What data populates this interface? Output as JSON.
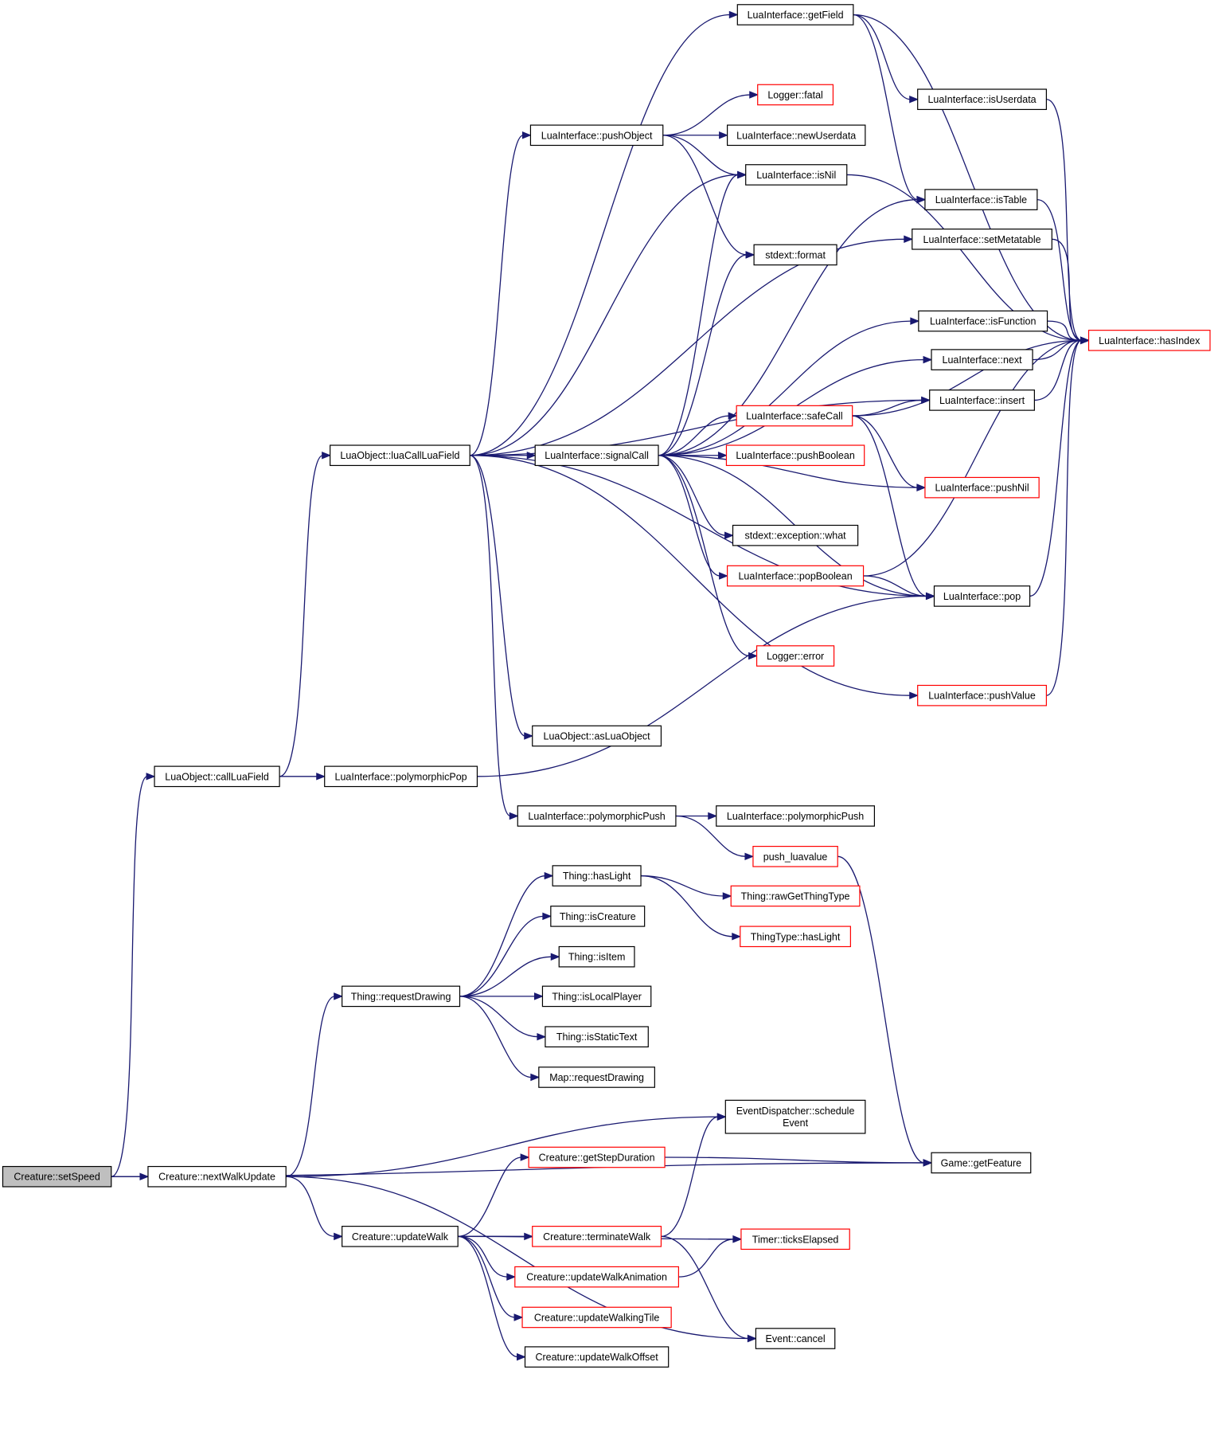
{
  "graph": {
    "nodes": [
      {
        "id": "setSpeed",
        "label": [
          "Creature::setSpeed"
        ],
        "style": "root"
      },
      {
        "id": "callLuaField",
        "label": [
          "LuaObject::callLuaField"
        ],
        "style": "black"
      },
      {
        "id": "nextWalkUpdate",
        "label": [
          "Creature::nextWalkUpdate"
        ],
        "style": "black"
      },
      {
        "id": "luaCallLuaField",
        "label": [
          "LuaObject::luaCallLuaField"
        ],
        "style": "black"
      },
      {
        "id": "polymorphicPop",
        "label": [
          "LuaInterface::polymorphicPop"
        ],
        "style": "black"
      },
      {
        "id": "requestDrawing",
        "label": [
          "Thing::requestDrawing"
        ],
        "style": "black"
      },
      {
        "id": "updateWalk",
        "label": [
          "Creature::updateWalk"
        ],
        "style": "black"
      },
      {
        "id": "pushObject",
        "label": [
          "LuaInterface::pushObject"
        ],
        "style": "black"
      },
      {
        "id": "signalCall",
        "label": [
          "LuaInterface::signalCall"
        ],
        "style": "black"
      },
      {
        "id": "asLuaObject",
        "label": [
          "LuaObject::asLuaObject"
        ],
        "style": "black"
      },
      {
        "id": "polymorphicPush1",
        "label": [
          "LuaInterface::polymorphicPush"
        ],
        "style": "black"
      },
      {
        "id": "hasLight",
        "label": [
          "Thing::hasLight"
        ],
        "style": "black"
      },
      {
        "id": "isCreature",
        "label": [
          "Thing::isCreature"
        ],
        "style": "black"
      },
      {
        "id": "isItem",
        "label": [
          "Thing::isItem"
        ],
        "style": "black"
      },
      {
        "id": "isLocalPlayer",
        "label": [
          "Thing::isLocalPlayer"
        ],
        "style": "black"
      },
      {
        "id": "isStaticText",
        "label": [
          "Thing::isStaticText"
        ],
        "style": "black"
      },
      {
        "id": "mapRequestDrawing",
        "label": [
          "Map::requestDrawing"
        ],
        "style": "black"
      },
      {
        "id": "getStepDuration",
        "label": [
          "Creature::getStepDuration"
        ],
        "style": "red"
      },
      {
        "id": "terminateWalk",
        "label": [
          "Creature::terminateWalk"
        ],
        "style": "red"
      },
      {
        "id": "updateWalkAnimation",
        "label": [
          "Creature::updateWalkAnimation"
        ],
        "style": "red"
      },
      {
        "id": "updateWalkingTile",
        "label": [
          "Creature::updateWalkingTile"
        ],
        "style": "red"
      },
      {
        "id": "updateWalkOffset",
        "label": [
          "Creature::updateWalkOffset"
        ],
        "style": "black"
      },
      {
        "id": "getField",
        "label": [
          "LuaInterface::getField"
        ],
        "style": "black"
      },
      {
        "id": "loggerFatal",
        "label": [
          "Logger::fatal"
        ],
        "style": "red"
      },
      {
        "id": "newUserdata",
        "label": [
          "LuaInterface::newUserdata"
        ],
        "style": "black"
      },
      {
        "id": "isNil",
        "label": [
          "LuaInterface::isNil"
        ],
        "style": "black"
      },
      {
        "id": "stdextFormat",
        "label": [
          "stdext::format"
        ],
        "style": "black"
      },
      {
        "id": "safeCall",
        "label": [
          "LuaInterface::safeCall"
        ],
        "style": "red"
      },
      {
        "id": "pushBoolean",
        "label": [
          "LuaInterface::pushBoolean"
        ],
        "style": "red"
      },
      {
        "id": "exceptionWhat",
        "label": [
          "stdext::exception::what"
        ],
        "style": "black"
      },
      {
        "id": "popBoolean",
        "label": [
          "LuaInterface::popBoolean"
        ],
        "style": "red"
      },
      {
        "id": "loggerError",
        "label": [
          "Logger::error"
        ],
        "style": "red"
      },
      {
        "id": "polymorphicPush2",
        "label": [
          "LuaInterface::polymorphicPush"
        ],
        "style": "black"
      },
      {
        "id": "pushLuavalue",
        "label": [
          "push_luavalue"
        ],
        "style": "red"
      },
      {
        "id": "rawGetThingType",
        "label": [
          "Thing::rawGetThingType"
        ],
        "style": "red"
      },
      {
        "id": "thingTypeHasLight",
        "label": [
          "ThingType::hasLight"
        ],
        "style": "red"
      },
      {
        "id": "scheduleEvent",
        "label": [
          "EventDispatcher::schedule",
          "Event"
        ],
        "style": "black"
      },
      {
        "id": "ticksElapsed",
        "label": [
          "Timer::ticksElapsed"
        ],
        "style": "red"
      },
      {
        "id": "eventCancel",
        "label": [
          "Event::cancel"
        ],
        "style": "black"
      },
      {
        "id": "isUserdata",
        "label": [
          "LuaInterface::isUserdata"
        ],
        "style": "black"
      },
      {
        "id": "isTable",
        "label": [
          "LuaInterface::isTable"
        ],
        "style": "black"
      },
      {
        "id": "setMetatable",
        "label": [
          "LuaInterface::setMetatable"
        ],
        "style": "black"
      },
      {
        "id": "isFunction",
        "label": [
          "LuaInterface::isFunction"
        ],
        "style": "black"
      },
      {
        "id": "next",
        "label": [
          "LuaInterface::next"
        ],
        "style": "black"
      },
      {
        "id": "insert",
        "label": [
          "LuaInterface::insert"
        ],
        "style": "black"
      },
      {
        "id": "pushNil",
        "label": [
          "LuaInterface::pushNil"
        ],
        "style": "red"
      },
      {
        "id": "pop",
        "label": [
          "LuaInterface::pop"
        ],
        "style": "black"
      },
      {
        "id": "pushValue",
        "label": [
          "LuaInterface::pushValue"
        ],
        "style": "red"
      },
      {
        "id": "gameGetFeature",
        "label": [
          "Game::getFeature"
        ],
        "style": "black"
      },
      {
        "id": "hasIndex",
        "label": [
          "LuaInterface::hasIndex"
        ],
        "style": "red"
      }
    ],
    "edges": [
      [
        "setSpeed",
        "callLuaField"
      ],
      [
        "setSpeed",
        "nextWalkUpdate"
      ],
      [
        "setSpeed",
        "gameGetFeature"
      ],
      [
        "callLuaField",
        "luaCallLuaField"
      ],
      [
        "callLuaField",
        "polymorphicPop"
      ],
      [
        "nextWalkUpdate",
        "requestDrawing"
      ],
      [
        "nextWalkUpdate",
        "scheduleEvent"
      ],
      [
        "nextWalkUpdate",
        "updateWalk"
      ],
      [
        "nextWalkUpdate",
        "eventCancel"
      ],
      [
        "luaCallLuaField",
        "getField"
      ],
      [
        "luaCallLuaField",
        "pushObject"
      ],
      [
        "luaCallLuaField",
        "isNil"
      ],
      [
        "luaCallLuaField",
        "setMetatable"
      ],
      [
        "luaCallLuaField",
        "insert"
      ],
      [
        "luaCallLuaField",
        "signalCall"
      ],
      [
        "luaCallLuaField",
        "pop"
      ],
      [
        "luaCallLuaField",
        "pushValue"
      ],
      [
        "luaCallLuaField",
        "asLuaObject"
      ],
      [
        "luaCallLuaField",
        "polymorphicPush1"
      ],
      [
        "polymorphicPop",
        "pop"
      ],
      [
        "pushObject",
        "loggerFatal"
      ],
      [
        "pushObject",
        "newUserdata"
      ],
      [
        "pushObject",
        "isNil"
      ],
      [
        "pushObject",
        "stdextFormat"
      ],
      [
        "getField",
        "isUserdata"
      ],
      [
        "getField",
        "isTable"
      ],
      [
        "getField",
        "hasIndex"
      ],
      [
        "isNil",
        "hasIndex"
      ],
      [
        "isUserdata",
        "hasIndex"
      ],
      [
        "isTable",
        "hasIndex"
      ],
      [
        "setMetatable",
        "hasIndex"
      ],
      [
        "isFunction",
        "hasIndex"
      ],
      [
        "next",
        "hasIndex"
      ],
      [
        "insert",
        "hasIndex"
      ],
      [
        "signalCall",
        "isNil"
      ],
      [
        "signalCall",
        "stdextFormat"
      ],
      [
        "signalCall",
        "isTable"
      ],
      [
        "signalCall",
        "isFunction"
      ],
      [
        "signalCall",
        "next"
      ],
      [
        "signalCall",
        "safeCall"
      ],
      [
        "signalCall",
        "pushBoolean"
      ],
      [
        "signalCall",
        "pushNil"
      ],
      [
        "signalCall",
        "exceptionWhat"
      ],
      [
        "signalCall",
        "popBoolean"
      ],
      [
        "signalCall",
        "pop"
      ],
      [
        "signalCall",
        "loggerError"
      ],
      [
        "safeCall",
        "insert"
      ],
      [
        "safeCall",
        "hasIndex"
      ],
      [
        "safeCall",
        "pushNil"
      ],
      [
        "safeCall",
        "pop"
      ],
      [
        "popBoolean",
        "pop"
      ],
      [
        "popBoolean",
        "hasIndex"
      ],
      [
        "pop",
        "hasIndex"
      ],
      [
        "pushValue",
        "hasIndex"
      ],
      [
        "polymorphicPush1",
        "polymorphicPush2"
      ],
      [
        "polymorphicPush1",
        "pushLuavalue"
      ],
      [
        "pushLuavalue",
        "gameGetFeature"
      ],
      [
        "requestDrawing",
        "hasLight"
      ],
      [
        "requestDrawing",
        "isCreature"
      ],
      [
        "requestDrawing",
        "isItem"
      ],
      [
        "requestDrawing",
        "isLocalPlayer"
      ],
      [
        "requestDrawing",
        "isStaticText"
      ],
      [
        "requestDrawing",
        "mapRequestDrawing"
      ],
      [
        "hasLight",
        "rawGetThingType"
      ],
      [
        "hasLight",
        "thingTypeHasLight"
      ],
      [
        "updateWalk",
        "getStepDuration"
      ],
      [
        "updateWalk",
        "terminateWalk"
      ],
      [
        "updateWalk",
        "updateWalkAnimation"
      ],
      [
        "updateWalk",
        "updateWalkingTile"
      ],
      [
        "updateWalk",
        "updateWalkOffset"
      ],
      [
        "updateWalk",
        "ticksElapsed"
      ],
      [
        "getStepDuration",
        "gameGetFeature"
      ],
      [
        "terminateWalk",
        "scheduleEvent"
      ],
      [
        "terminateWalk",
        "eventCancel"
      ],
      [
        "updateWalkAnimation",
        "ticksElapsed"
      ]
    ]
  }
}
